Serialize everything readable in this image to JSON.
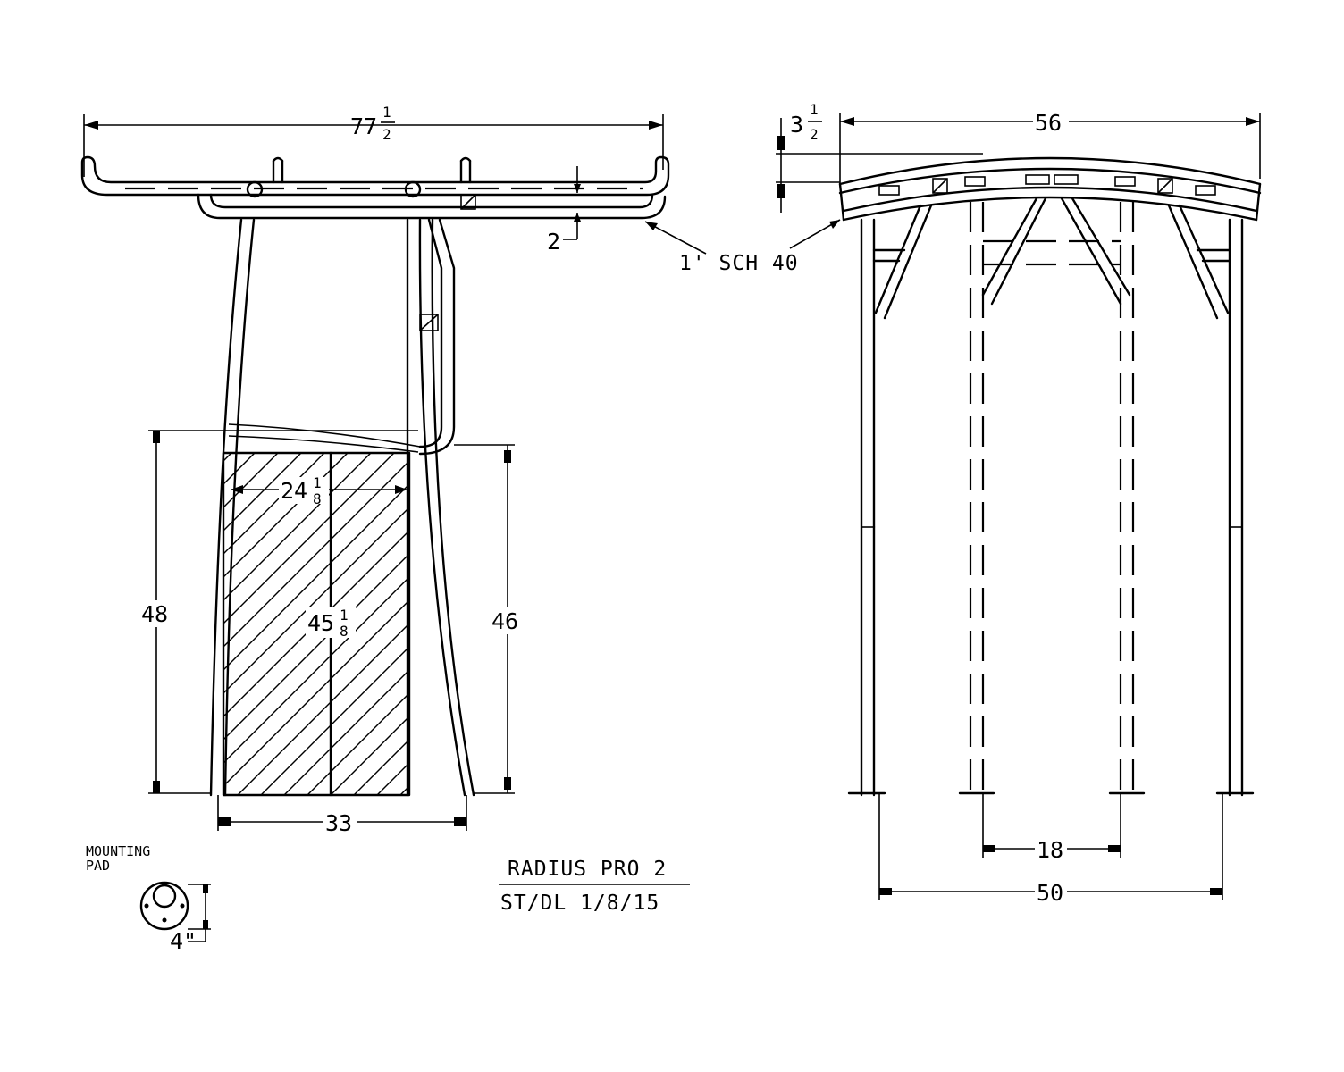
{
  "side_view": {
    "overall_width": {
      "whole": "77",
      "num": "1",
      "den": "2"
    },
    "rail_drop": "2",
    "pipe_spec": "1' SCH 40",
    "box_width": {
      "whole": "24",
      "num": "1",
      "den": "8"
    },
    "box_height": {
      "whole": "45",
      "num": "1",
      "den": "8"
    },
    "left_height": "48",
    "right_height": "46",
    "base_width": "33"
  },
  "front_view": {
    "top_width": "56",
    "rise": {
      "whole": "3",
      "num": "1",
      "den": "2"
    },
    "inner_spacing": "18",
    "outer_spacing": "50"
  },
  "mounting_pad": {
    "label_line1": "MOUNTING",
    "label_line2": "PAD",
    "size": "4\""
  },
  "title_block": {
    "model": "RADIUS PRO 2",
    "drawn_by_date": "ST/DL 1/8/15"
  }
}
